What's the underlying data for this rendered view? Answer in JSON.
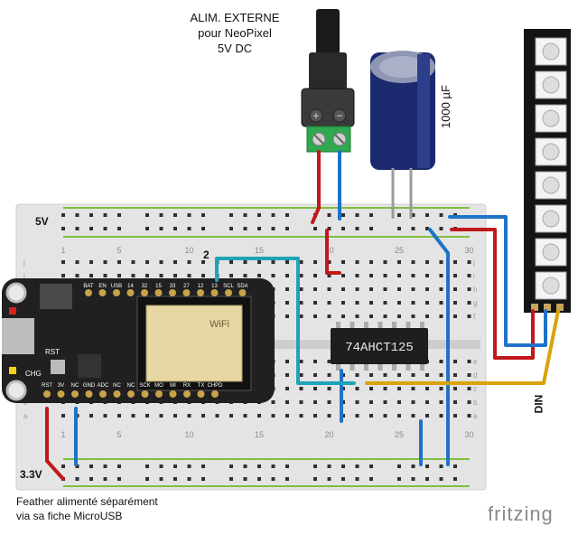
{
  "power_jack": {
    "title_line1": "ALIM. EXTERNE",
    "title_line2": "pour NeoPixel",
    "title_line3": "5V DC",
    "plus_symbol": "+",
    "minus_symbol": "−"
  },
  "capacitor": {
    "label": "1000 µF"
  },
  "breadboard": {
    "rail_5v": "5V",
    "rail_3v3": "3.3V",
    "column_numbers": [
      "1",
      "5",
      "10",
      "15",
      "20",
      "25",
      "30"
    ],
    "row_letters_top": [
      "j",
      "i",
      "h",
      "g",
      "f"
    ],
    "row_letters_bottom": [
      "e",
      "d",
      "c",
      "b",
      "a"
    ]
  },
  "feather": {
    "chip_label": "WiFi",
    "pins_top": [
      "BAT",
      "EN",
      "USB",
      "14",
      "32",
      "15",
      "33",
      "27",
      "12",
      "13",
      "SCL",
      "SDA"
    ],
    "pins_bottom": [
      "RST",
      "3V",
      "NC",
      "GND",
      "ADC",
      "NC",
      "NC",
      "SCK",
      "MO",
      "MI",
      "RX",
      "TX",
      "CHPD"
    ],
    "label_chg": "CHG",
    "label_rst": "RST"
  },
  "level_shifter": {
    "label": "74AHCT125"
  },
  "neopixel": {
    "din_label": "DIN",
    "pixel_count": 8
  },
  "wire_label_pin2": "2",
  "note": {
    "line1": "Feather alimenté séparément",
    "line2": "via sa fiche MicroUSB"
  },
  "brand": "fritzing",
  "colors": {
    "breadboard": "#e4e4e4",
    "hole": "#2f2f2f",
    "rail_green": "#7fbf3f",
    "wire_red": "#c0181a",
    "wire_blue": "#1e72c8",
    "wire_cyan": "#1ea3b8",
    "wire_yellow": "#d9a30b",
    "pcb": "#202020",
    "capacitor": "#1b2a6e"
  }
}
